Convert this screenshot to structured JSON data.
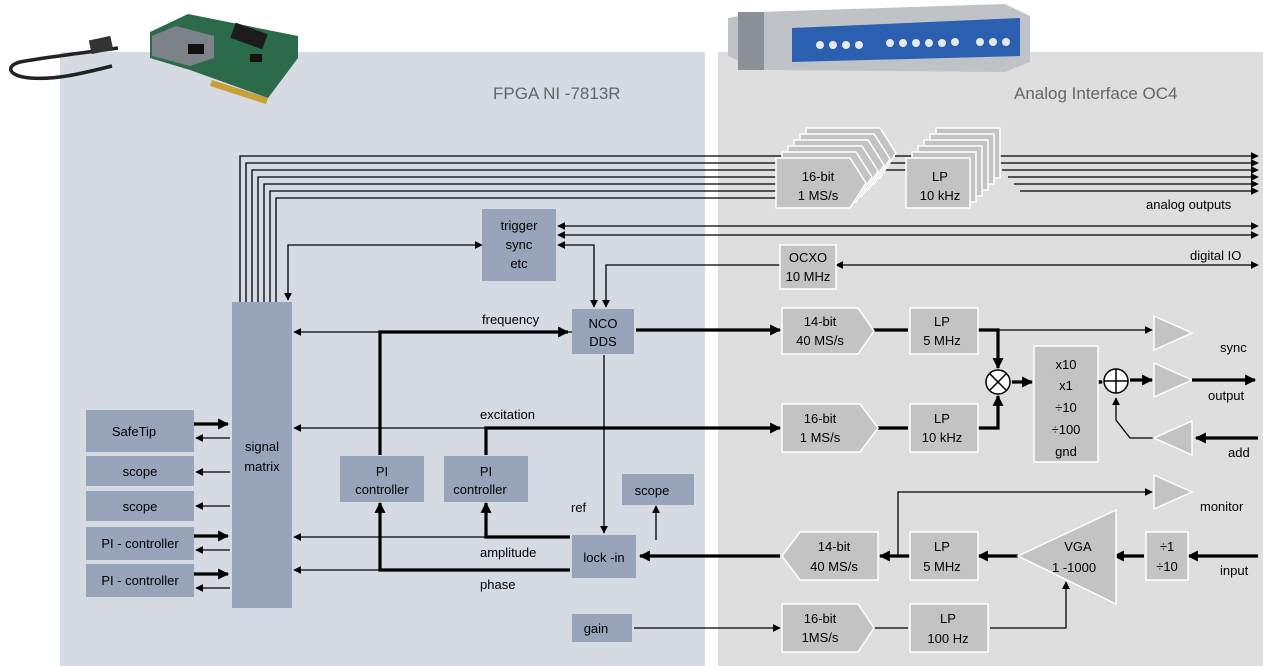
{
  "headers": {
    "fpga": "FPGA  NI  -7813R",
    "analog": "Analog Interface OC4"
  },
  "left_blocks": {
    "safetip": "SafeTip",
    "scope1": "scope",
    "scope2": "scope",
    "pi_ctrl1": "PI - controller",
    "pi_ctrl2": "PI - controller"
  },
  "signal_matrix": [
    "signal",
    "matrix"
  ],
  "trigger": [
    "trigger",
    "sync",
    "etc"
  ],
  "nco": [
    "NCO",
    "DDS"
  ],
  "pi_controllers": [
    [
      "PI",
      "controller"
    ],
    [
      "PI",
      "controller"
    ]
  ],
  "lockin": "lock -in",
  "scope_block": "scope",
  "gain_block": "gain",
  "ocxo": [
    "OCXO",
    "10 MHz"
  ],
  "converters": {
    "dac_out": [
      "16-bit",
      "1 MS/s"
    ],
    "lp_out": [
      "LP",
      "10 kHz"
    ],
    "dac_nco": [
      "14-bit",
      "40 MS/s"
    ],
    "lp_nco": [
      "LP",
      "5 MHz"
    ],
    "dac_exc": [
      "16-bit",
      "1 MS/s"
    ],
    "lp_exc": [
      "LP",
      "10 kHz"
    ],
    "adc_in": [
      "14-bit",
      "40 MS/s"
    ],
    "lp_in": [
      "LP",
      "5 MHz"
    ],
    "dac_gain": [
      "16-bit",
      "1MS/s"
    ],
    "lp_gain": [
      "LP",
      "100 Hz"
    ]
  },
  "vga": [
    "VGA",
    "1 -1000"
  ],
  "attenuator": [
    "÷1",
    "÷10"
  ],
  "range_selector": [
    "x10",
    "x1",
    "÷10",
    "÷100",
    "gnd"
  ],
  "signal_labels": {
    "frequency": "frequency",
    "excitation": "excitation",
    "ref": "ref",
    "amplitude": "amplitude",
    "phase": "phase"
  },
  "port_labels": {
    "analog_outputs": "analog outputs",
    "digital_io": "digital IO",
    "sync": "sync",
    "output": "output",
    "add": "add",
    "monitor": "monitor",
    "input": "input"
  },
  "colors": {
    "fpga_panel": "#d5dae3",
    "analog_panel": "#dedede",
    "fpga_block": "#97a4b9",
    "analog_block": "#c3c3c3"
  }
}
